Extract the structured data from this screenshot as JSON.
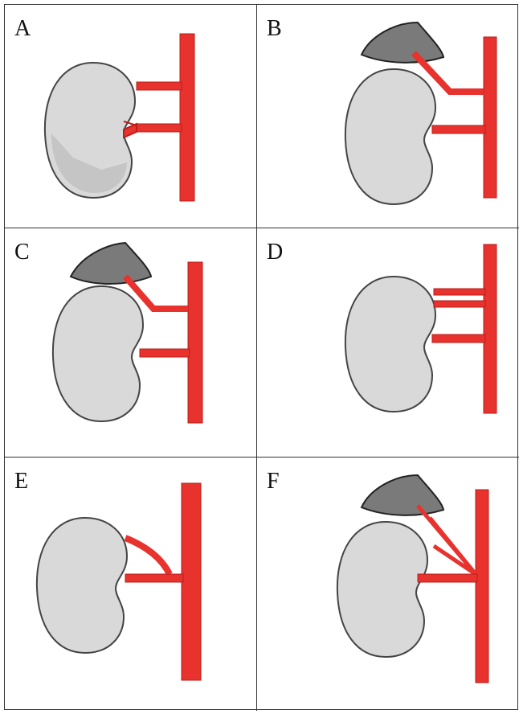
{
  "panels": [
    {
      "label": "A",
      "variant": "single-superior-two-arteries",
      "adrenal": false
    },
    {
      "label": "B",
      "variant": "superior-branch-to-adrenal",
      "adrenal": true
    },
    {
      "label": "C",
      "variant": "adrenal-branch-from-upper-artery",
      "adrenal": true
    },
    {
      "label": "D",
      "variant": "three-renal-arteries",
      "adrenal": false
    },
    {
      "label": "E",
      "variant": "early-branching-upper-pole",
      "adrenal": false
    },
    {
      "label": "F",
      "variant": "multiple-polar-and-adrenal",
      "adrenal": true
    }
  ],
  "colors": {
    "artery": "#e8322d",
    "artery_dark": "#b81f1b",
    "kidney": "#d9d9d9",
    "kidney_shade": "#b8b8b8",
    "adrenal": "#7a7a7a",
    "outline": "#444444"
  }
}
